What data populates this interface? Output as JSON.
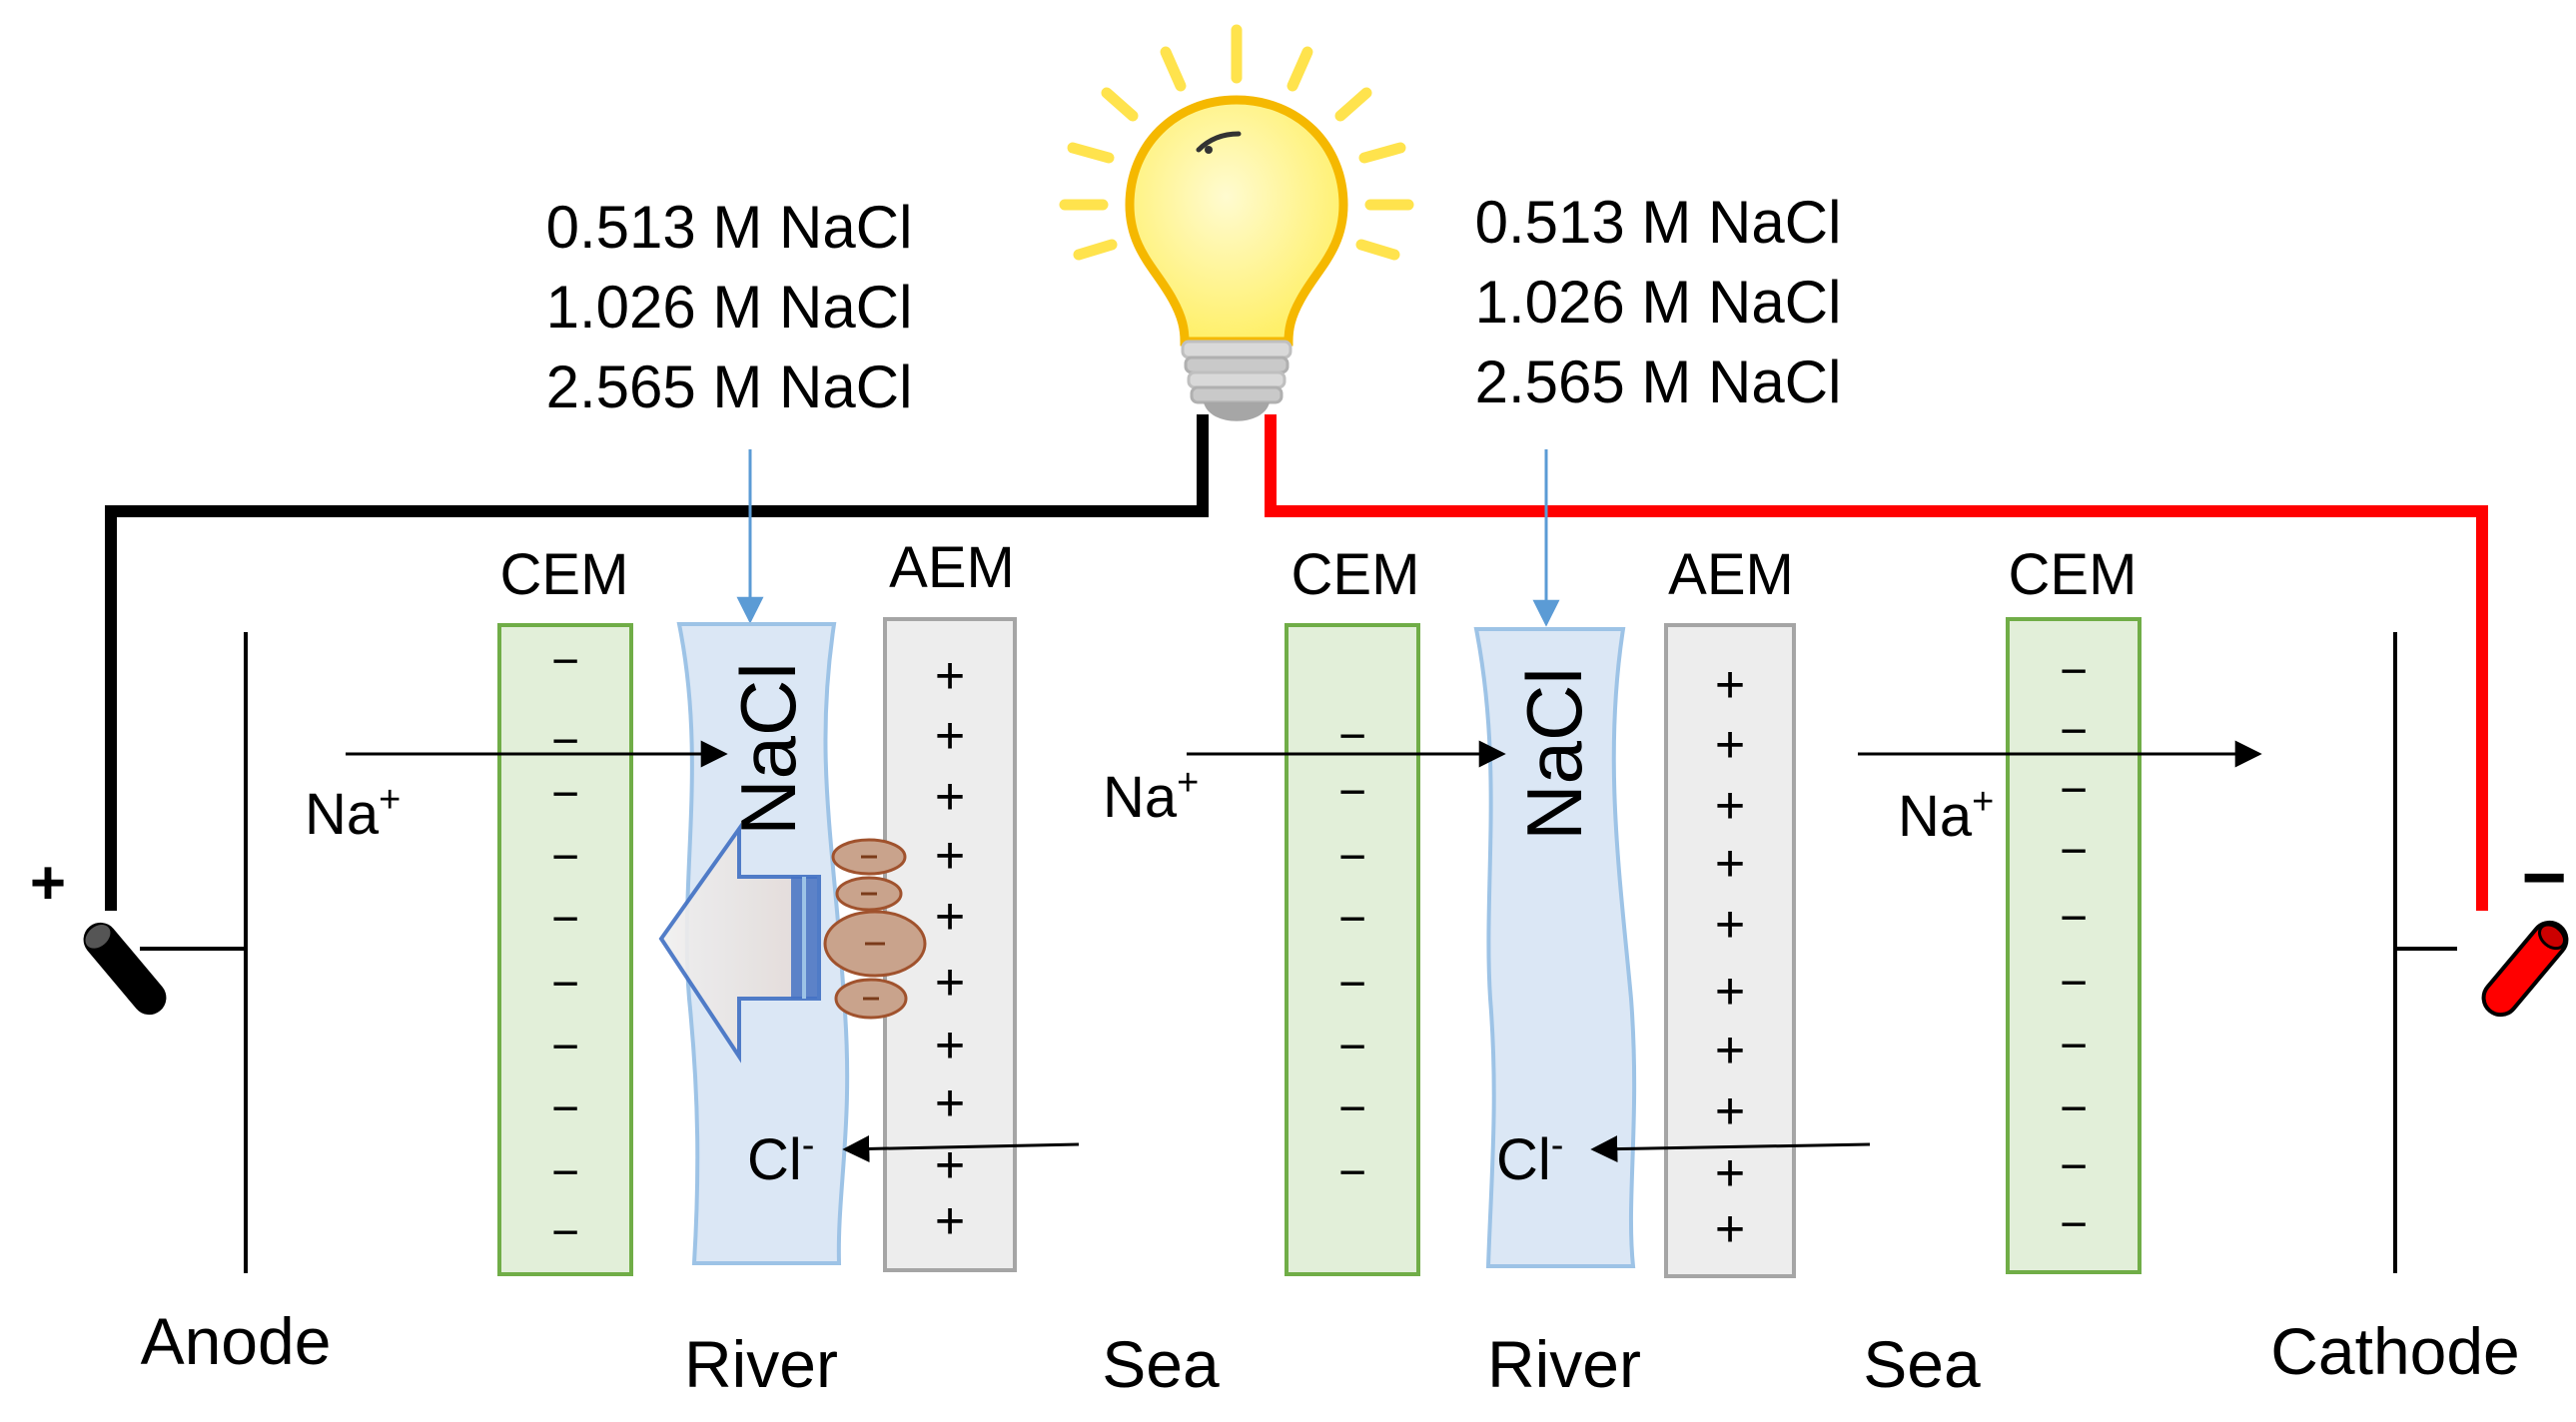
{
  "labels": {
    "conc_left": [
      "0.513 M NaCl",
      "1.026 M NaCl",
      "2.565 M NaCl"
    ],
    "conc_right": [
      "0.513 M NaCl",
      "1.026 M NaCl",
      "2.565 M NaCl"
    ],
    "membranes": {
      "cem": "CEM",
      "aem": "AEM"
    },
    "compartments": {
      "nacl": "NaCl",
      "river": "River",
      "sea": "Sea"
    },
    "electrodes": {
      "anode": "Anode",
      "cathode": "Cathode",
      "plus": "+",
      "minus": "−"
    },
    "ions": {
      "na": "Na",
      "na_sup": "+",
      "cl": "Cl",
      "cl_sup": "-"
    },
    "charges": {
      "neg": "−",
      "pos": "+"
    }
  },
  "colors": {
    "cem_fill": "#e2efd9",
    "cem_stroke": "#70ad47",
    "aem_fill": "#ededed",
    "aem_stroke": "#a5a5a5",
    "channel_fill": "#dbe7f5",
    "channel_stroke": "#9dc3e6",
    "arrow_blue": "#5b9bd5",
    "wire_pos": "#000000",
    "wire_neg": "#ff0000",
    "bulb_yellow": "#fff06a",
    "bulb_stroke": "#f5b800",
    "particle_fill": "#c9a38c",
    "particle_stroke": "#a0522d"
  }
}
